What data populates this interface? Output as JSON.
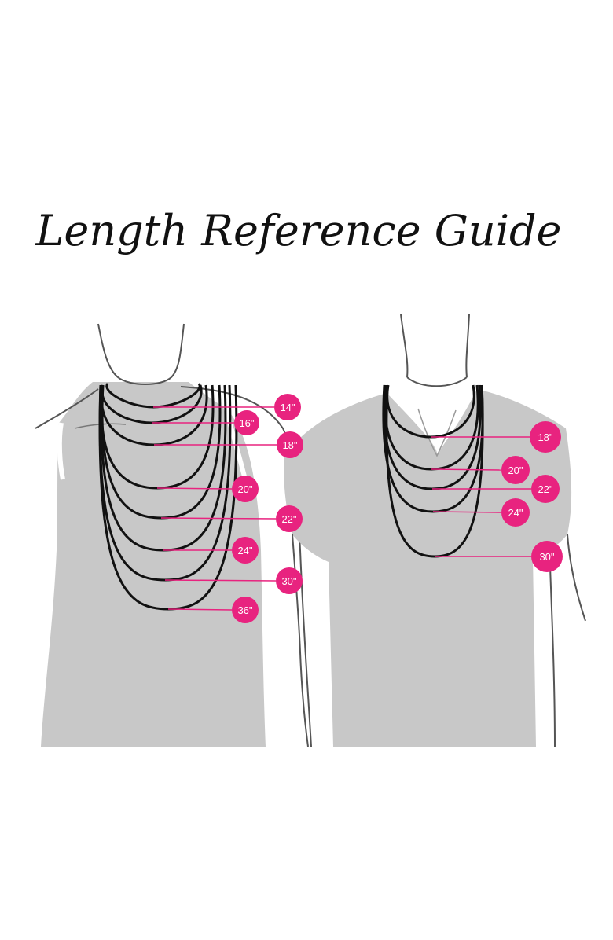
{
  "title": "Length Reference Guide",
  "colors": {
    "badge": "#e8237f",
    "body_fill": "#c8c8c8",
    "outline": "#555555",
    "chain": "#111111",
    "background": "#ffffff"
  },
  "female": {
    "lengths": [
      {
        "label": "14\""
      },
      {
        "label": "16\""
      },
      {
        "label": "18\""
      },
      {
        "label": "20\""
      },
      {
        "label": "22\""
      },
      {
        "label": "24\""
      },
      {
        "label": "30\""
      },
      {
        "label": "36\""
      }
    ]
  },
  "male": {
    "lengths": [
      {
        "label": "18\""
      },
      {
        "label": "20\""
      },
      {
        "label": "22\""
      },
      {
        "label": "24\""
      },
      {
        "label": "30\""
      }
    ]
  }
}
